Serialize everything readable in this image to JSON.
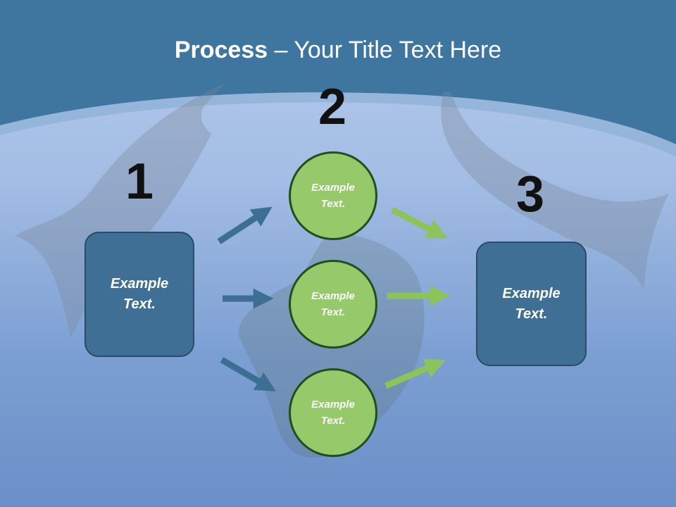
{
  "title": {
    "bold": "Process",
    "rest": " – Your Title Text Here"
  },
  "steps": [
    {
      "number": "1",
      "text": "Example Text."
    },
    {
      "number": "2",
      "items": [
        "Example Text.",
        "Example Text.",
        "Example Text."
      ]
    },
    {
      "number": "3",
      "text": "Example Text."
    }
  ],
  "colors": {
    "header": "#3e76a0",
    "box_fill": "#3f6f95",
    "circle_fill": "#95c96a",
    "blue_arrow": "#3d6e94",
    "green_arrow": "#8cc45a"
  }
}
